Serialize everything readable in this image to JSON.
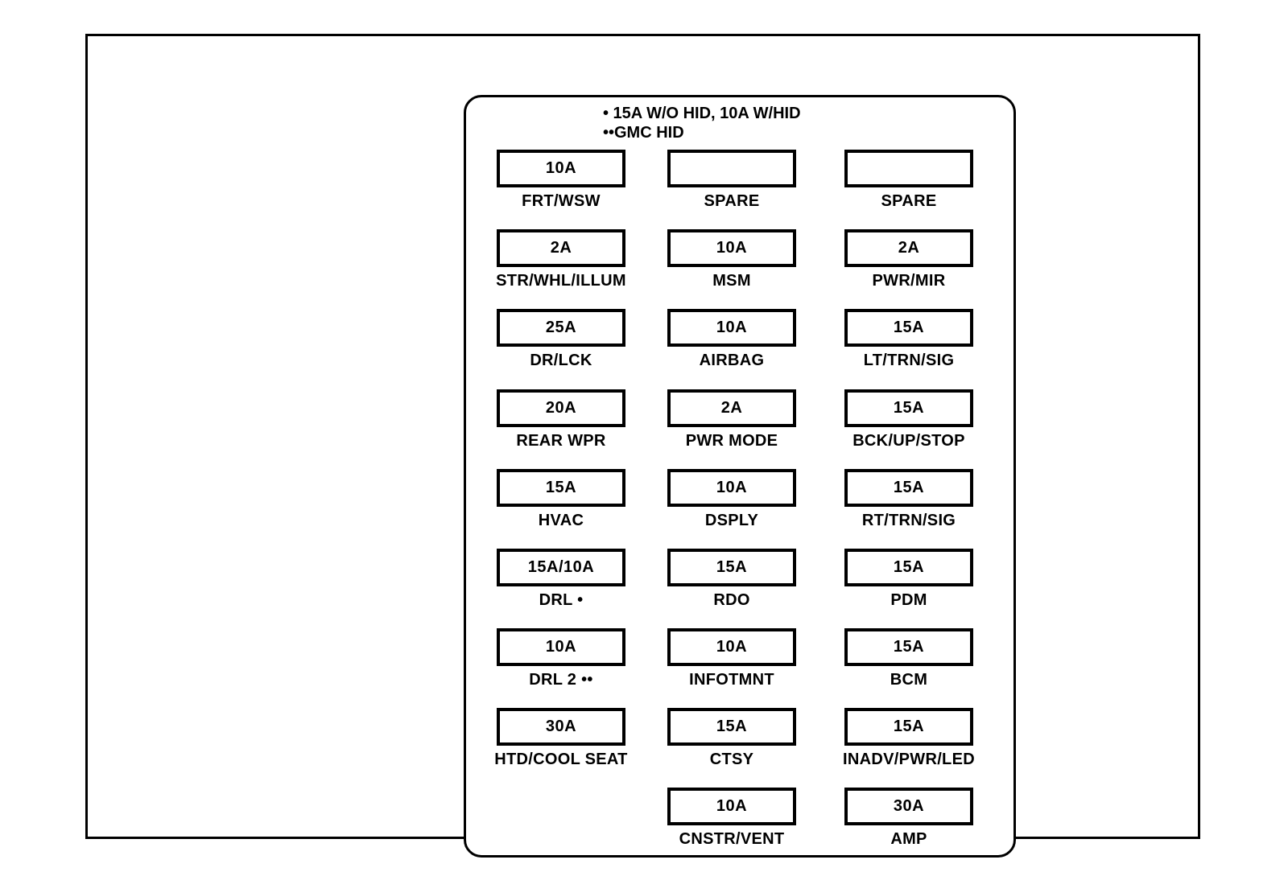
{
  "legend": {
    "line1": "• 15A W/O HID, 10A W/HID",
    "line2": "••GMC HID"
  },
  "grid": {
    "rows": [
      [
        {
          "amp": "10A",
          "label": "FRT/WSW"
        },
        {
          "amp": "",
          "label": "SPARE"
        },
        {
          "amp": "",
          "label": "SPARE"
        }
      ],
      [
        {
          "amp": "2A",
          "label": "STR/WHL/ILLUM"
        },
        {
          "amp": "10A",
          "label": "MSM"
        },
        {
          "amp": "2A",
          "label": "PWR/MIR"
        }
      ],
      [
        {
          "amp": "25A",
          "label": "DR/LCK"
        },
        {
          "amp": "10A",
          "label": "AIRBAG"
        },
        {
          "amp": "15A",
          "label": "LT/TRN/SIG"
        }
      ],
      [
        {
          "amp": "20A",
          "label": "REAR WPR"
        },
        {
          "amp": "2A",
          "label": "PWR MODE"
        },
        {
          "amp": "15A",
          "label": "BCK/UP/STOP"
        }
      ],
      [
        {
          "amp": "15A",
          "label": "HVAC"
        },
        {
          "amp": "10A",
          "label": "DSPLY"
        },
        {
          "amp": "15A",
          "label": "RT/TRN/SIG"
        }
      ],
      [
        {
          "amp": "15A/10A",
          "label": "DRL •"
        },
        {
          "amp": "15A",
          "label": "RDO"
        },
        {
          "amp": "15A",
          "label": "PDM"
        }
      ],
      [
        {
          "amp": "10A",
          "label": "DRL 2 ••"
        },
        {
          "amp": "10A",
          "label": "INFOTMNT"
        },
        {
          "amp": "15A",
          "label": "BCM"
        }
      ],
      [
        {
          "amp": "30A",
          "label": "HTD/COOL SEAT"
        },
        {
          "amp": "15A",
          "label": "CTSY"
        },
        {
          "amp": "15A",
          "label": "INADV/PWR/LED"
        }
      ],
      [
        null,
        {
          "amp": "10A",
          "label": "CNSTR/VENT"
        },
        {
          "amp": "30A",
          "label": "AMP"
        }
      ]
    ]
  },
  "colors": {
    "ink": "#000000",
    "paper": "#ffffff"
  }
}
